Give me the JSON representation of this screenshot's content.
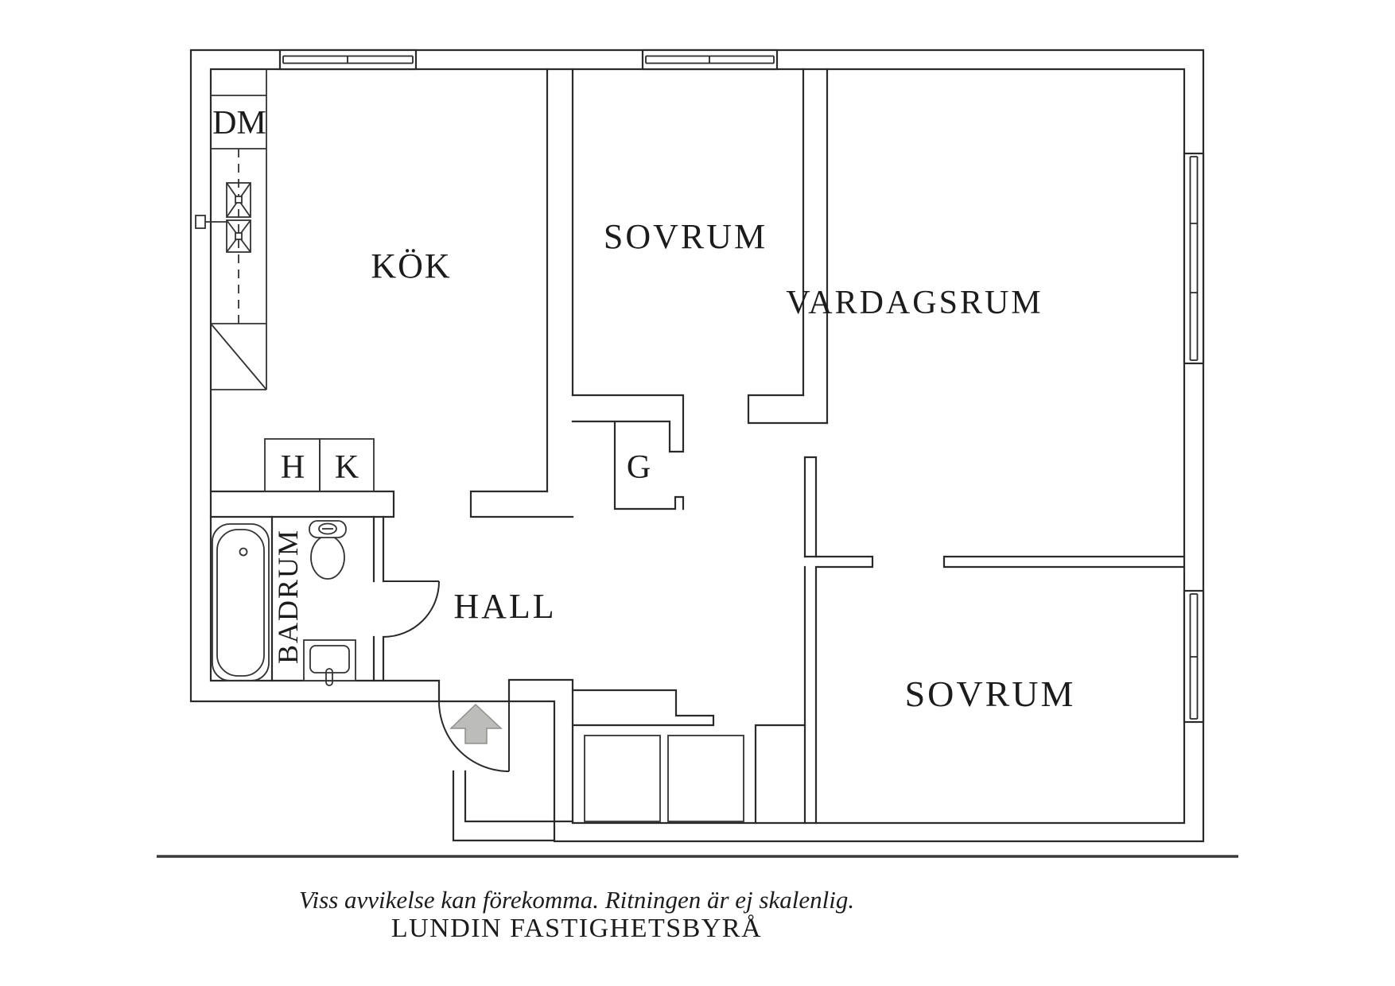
{
  "document": {
    "type": "apartment-floor-plan",
    "language": "Swedish"
  },
  "labels": {
    "kok": "KÖK",
    "sovrum_top": "SOVRUM",
    "vardagsrum": "VARDAGSRUM",
    "sovrum_bottom": "SOVRUM",
    "hall": "HALL",
    "badrum": "BADRUM",
    "dm": "DM",
    "h": "H",
    "k": "K",
    "g": "G"
  },
  "footer": {
    "disclaimer": "Viss avvikelse kan förekomma. Ritningen är ej skalenlig.",
    "agency": "LUNDIN FASTIGHETSBYRÅ"
  },
  "colors": {
    "wall_line": "#2a2a2a",
    "fixture_line": "#333333",
    "arrow_fill": "#bcbcba",
    "arrow_stroke": "#8f8f8d",
    "background": "#ffffff"
  }
}
